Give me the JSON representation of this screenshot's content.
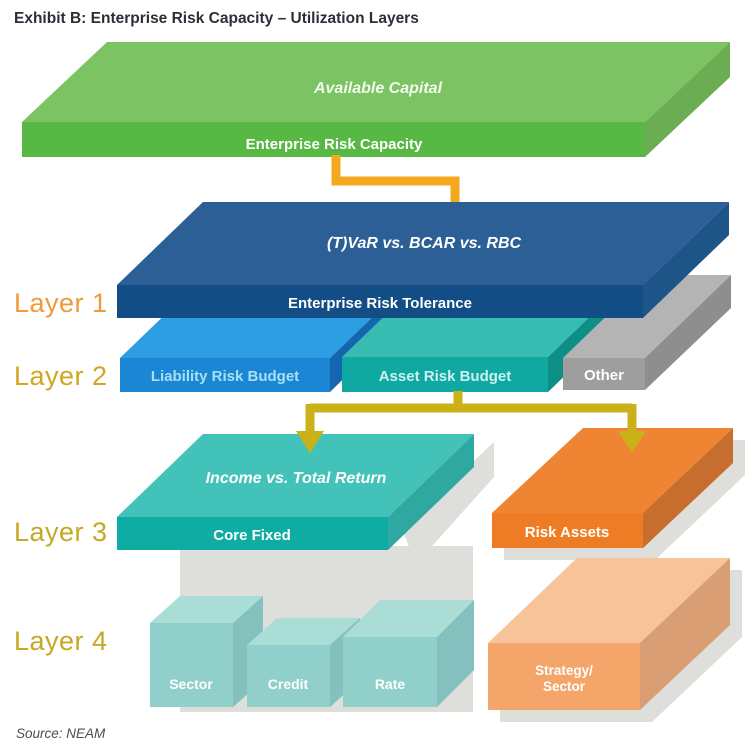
{
  "title": "Exhibit B: Enterprise Risk Capacity – Utilization Layers",
  "source": "Source: NEAM",
  "layer_labels": {
    "l1": "Layer 1",
    "l2": "Layer 2",
    "l3": "Layer 3",
    "l4": "Layer 4"
  },
  "blocks": {
    "capacity_top": "Available Capital",
    "capacity_front": "Enterprise Risk Capacity",
    "tolerance_top": "(T)VaR vs. BCAR vs. RBC",
    "tolerance_front": "Enterprise Risk Tolerance",
    "liability_front": "Liability Risk Budget",
    "asset_front": "Asset Risk Budget",
    "other_front": "Other",
    "core_top": "Income vs. Total Return",
    "core_front": "Core Fixed",
    "risk_front": "Risk Assets",
    "sector": "Sector",
    "credit": "Credit",
    "rate": "Rate",
    "strategy_line1": "Strategy/",
    "strategy_line2": "Sector"
  },
  "colors": {
    "title_text": "#2A2F38",
    "source_text": "#4D4D4D",
    "layer1_label": "#F09A39",
    "layer2_label": "#D2A51F",
    "layer3_label": "#C6A822",
    "layer4_label": "#C6A822",
    "arrow1": "#F4A81D",
    "arrow2": "#C9B117",
    "shadow": "#DEDEDA",
    "green_top": "#7CC463",
    "green_front": "#57B843",
    "green_side": "#6CAD53",
    "navy_top": "#2B5F95",
    "navy_front": "#134D85",
    "navy_side": "#1D5588",
    "blue_top": "#2E9EE4",
    "blue_front": "#1B86D3",
    "blue_side": "#1566AF",
    "teal2_top": "#36BCB1",
    "teal2_front": "#0FA9A1",
    "teal2_side": "#0D8F88",
    "gray_top": "#B4B4B4",
    "gray_front": "#9E9E9E",
    "gray_side": "#8E8E8E",
    "teal3_top": "#43C2B9",
    "teal3_front": "#0FACA4",
    "teal3_side": "#2FA8A2",
    "orange_top": "#EF8532",
    "orange_front": "#EE7C24",
    "orange_side": "#C76E2E",
    "cube_top": "#ABDDD7",
    "cube_front": "#90CFCA",
    "cube_side": "#83C0BE",
    "peach_top": "#F7C398",
    "peach_front": "#F4A569",
    "peach_side": "#D99E73",
    "text_light": "#FFFFFF",
    "green_top_text": "#F2FAEE",
    "liability_text": "#A6E0F8",
    "asset_text": "#CCF2EE"
  }
}
